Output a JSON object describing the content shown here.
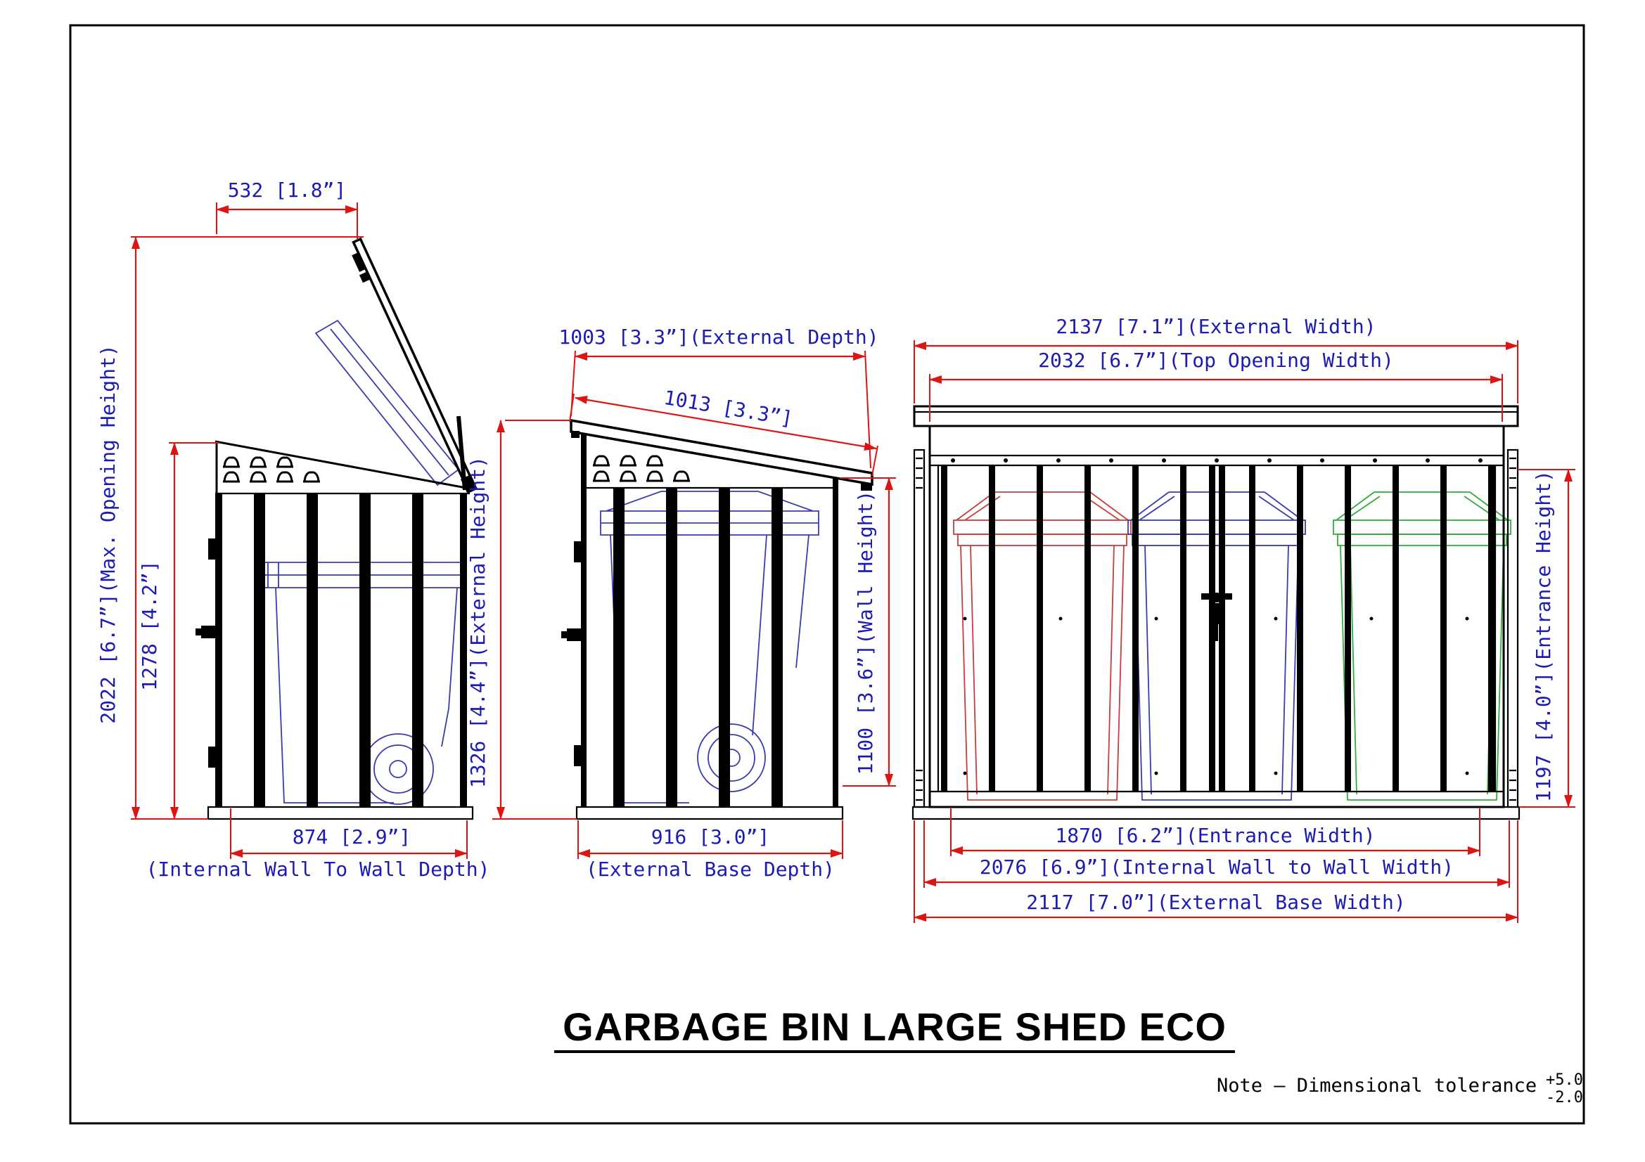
{
  "title": "GARBAGE BIN LARGE SHED ECO",
  "note": {
    "label": "Note – Dimensional tolerance",
    "tolerance_plus": "+5.0",
    "tolerance_minus": "-2.0"
  },
  "dims": {
    "side_open": {
      "lid_tip_width": "532 [1.8”]",
      "max_opening_height": "2022 [6.7”](Max. Opening Height)",
      "rear_wall_height": "1278 [4.2”]",
      "internal_depth": "874 [2.9”]",
      "internal_depth_note": "(Internal Wall To Wall Depth)"
    },
    "side_closed": {
      "external_depth": "1003 [3.3”](External Depth)",
      "lid_length": "1013 [3.3”]",
      "external_height": "1326 [4.4”](External Height)",
      "wall_height": "1100 [3.6”](Wall Height)",
      "external_base_depth": "916 [3.0”]",
      "external_base_depth_note": "(External Base Depth)"
    },
    "front": {
      "external_width": "2137 [7.1”](External Width)",
      "top_opening_width": "2032 [6.7”](Top Opening Width)",
      "entrance_height": "1197 [4.0”](Entrance Height)",
      "entrance_width": "1870 [6.2”](Entrance Width)",
      "internal_width": "2076 [6.9”](Internal Wall to Wall Width)",
      "external_base_width": "2117 [7.0”](External Base Width)"
    }
  },
  "colors": {
    "dimension_line": "#dd1512",
    "dimension_text": "#1c1cb4",
    "drawing_line": "#000000",
    "bin_red": "#c4403a",
    "bin_blue": "#3b3bb0",
    "bin_green": "#2fae3a"
  }
}
